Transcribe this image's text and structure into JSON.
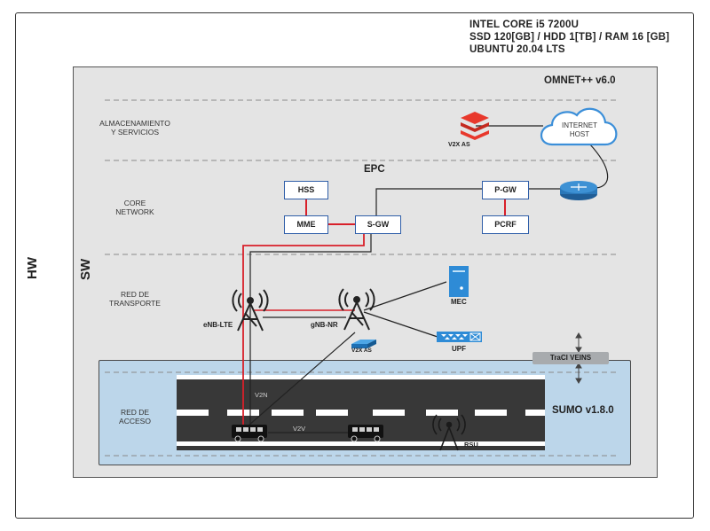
{
  "hardware": {
    "label": "HW",
    "specs": [
      "INTEL CORE i5 7200U",
      "SSD 120[GB] / HDD 1[TB] / RAM 16 [GB]",
      "UBUNTU 20.04 LTS"
    ]
  },
  "software": {
    "label": "SW",
    "simulator": "OMNET++ v6.0"
  },
  "layers": {
    "storage": "ALMACENAMIENTO\nY SERVICIOS",
    "core": "CORE\nNETWORK",
    "transport": "RED DE\nTRANSPORTE",
    "access": "RED DE\nACCESO"
  },
  "epc": {
    "title": "EPC",
    "hss": "HSS",
    "mme": "MME",
    "sgw": "S-GW",
    "pgw": "P-GW",
    "pcrf": "PCRF"
  },
  "services": {
    "v2x_as_top": "V2X AS",
    "internet_host": "INTERNET\nHOST"
  },
  "transport": {
    "enb": "eNB-LTE",
    "gnb": "gNB-NR",
    "mec": "MEC",
    "upf": "UPF",
    "v2x_as_edge": "V2X AS"
  },
  "access": {
    "traci": "TraCI VEINS",
    "sumo": "SUMO v1.8.0",
    "v2n": "V2N",
    "v2v": "V2V",
    "rsu": "RSU"
  },
  "colors": {
    "red_link": "#d8202a",
    "black_link": "#222222",
    "box_border": "#2f5ea8",
    "road": "#383838",
    "sumo_bg": "#bcd6ea",
    "sw_bg": "#e4e4e4"
  }
}
